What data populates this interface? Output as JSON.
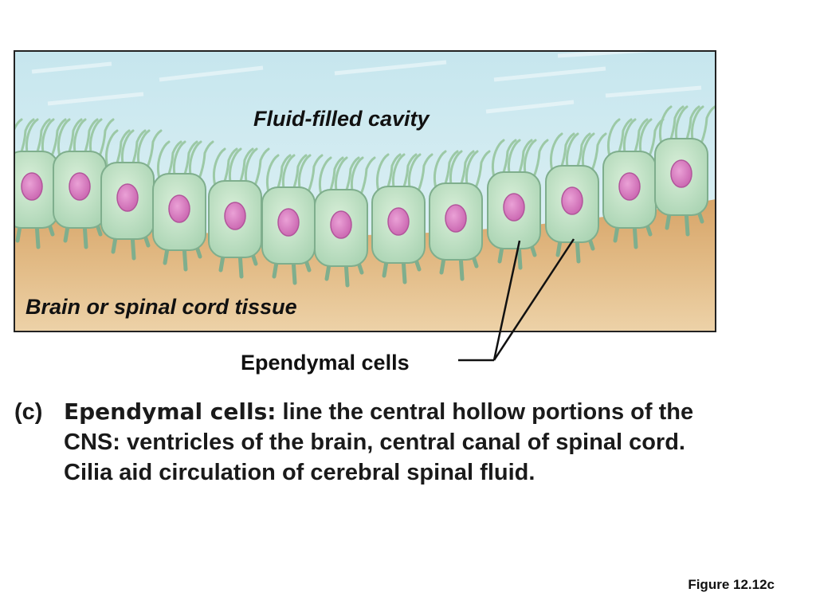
{
  "diagram": {
    "labels": {
      "cavity": "Fluid-filled cavity",
      "tissue": "Brain or spinal cord tissue",
      "cells": "Ependymal cells"
    },
    "colors": {
      "cavity": "#cfe9ef",
      "tissue": "#dcb27a",
      "cell": "#bfe0c4",
      "cell_outline": "#7fae8d",
      "nucleus": "#d77fc2",
      "leader": "#111111"
    }
  },
  "caption": {
    "letter": "(c)",
    "term": "Ependymal cells:",
    "line1": "line the central hollow portions of the",
    "line2": "CNS: ventricles of the brain, central canal of spinal cord.",
    "line3": "Cilia aid circulation of cerebral spinal fluid."
  },
  "figure_number": "Figure 12.12c"
}
